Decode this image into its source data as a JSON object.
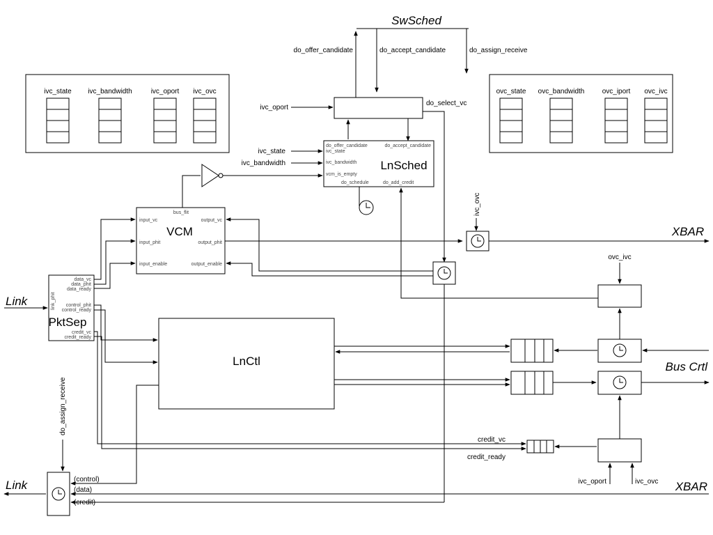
{
  "blocks": {
    "swsched": "SwSched",
    "lnsched": "LnSched",
    "vcm": "VCM",
    "pktsep": "PktSep",
    "lnctl": "LnCtl"
  },
  "ports": {
    "xbar": "XBAR",
    "bus_crtl": "Bus Crtl",
    "link": "Link"
  },
  "signals": {
    "do_offer_candidate": "do_offer_candidate",
    "do_accept_candidate": "do_accept_candidate",
    "do_assign_receive": "do_assign_receive",
    "do_select_vc": "do_select_vc",
    "ivc_oport": "ivc_oport",
    "ivc_state": "ivc_state",
    "ivc_bandwidth": "ivc_bandwidth",
    "ivc_ovc": "ivc_ovc",
    "ovc_ivc": "ovc_ivc",
    "credit_vc": "credit_vc",
    "credit_ready": "credit_ready",
    "control": "(control)",
    "data": "(data)",
    "credit": "(credit)"
  },
  "ivc_tables": [
    "ivc_state",
    "ivc_bandwidth",
    "ivc_oport",
    "ivc_ovc"
  ],
  "ovc_tables": [
    "ovc_state",
    "ovc_bandwidth",
    "ovc_iport",
    "ovc_ivc"
  ],
  "lnsched_ports": {
    "do_offer_candidate": "do_offer_candidate",
    "do_accept_candidate": "do_accept_candidate",
    "ivc_state": "ivc_state",
    "ivc_bandwidth": "ivc_bandwidth",
    "vcm_is_empty": "vcm_is_empty",
    "do_schedule": "do_schedule",
    "do_add_credit": "do_add_credit"
  },
  "vcm_ports": {
    "bus_flit": "bus_flit",
    "input_vc": "input_vc",
    "input_phit": "input_phit",
    "input_enable": "input_enable",
    "output_vc": "output_vc",
    "output_phit": "output_phit",
    "output_enable": "output_enable"
  },
  "pktsep_ports": {
    "data_vc": "data_vc",
    "data_phit": "data_phit",
    "data_ready": "data_ready",
    "link_phit": "link_phit",
    "control_phit": "control_phit",
    "control_ready": "control_ready",
    "credit_vc": "credit_vc",
    "credit_ready": "credit_ready"
  }
}
